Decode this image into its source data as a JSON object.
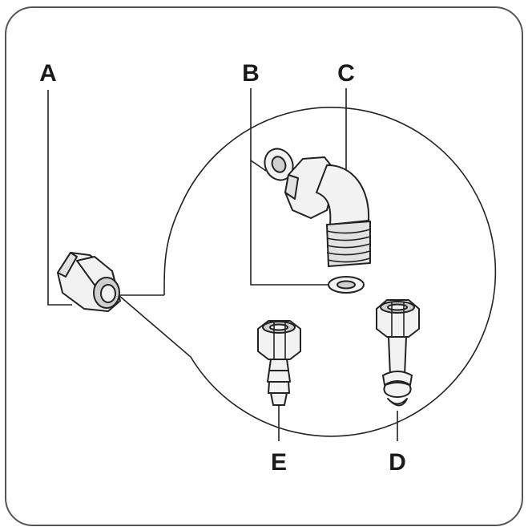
{
  "labels": {
    "a": "A",
    "b": "B",
    "c": "C",
    "d": "D",
    "e": "E"
  },
  "colors": {
    "stroke": "#222222",
    "frame": "#555555",
    "part_fill": "#f2f2f2",
    "part_shade": "#cfcfcf",
    "label": "#1a1a1a"
  }
}
